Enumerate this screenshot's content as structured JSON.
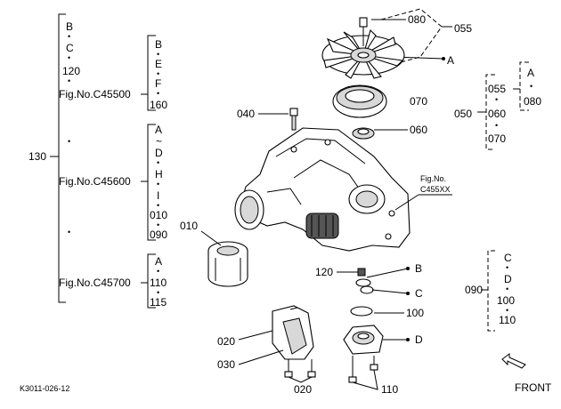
{
  "footer": {
    "ref_code": "K3011-026-12",
    "front_label": "FRONT"
  },
  "left_tree": {
    "root": "130",
    "group1": [
      "B",
      "C",
      "120",
      "Fig.No.C45500"
    ],
    "group1_sub": [
      "B",
      "E",
      "F",
      "160"
    ],
    "group2": "Fig.No.C45600",
    "group2_sub": [
      "A",
      "~",
      "D",
      "H",
      "I",
      "010",
      "090"
    ],
    "group3": "Fig.No.C45700",
    "group3_sub": [
      "A",
      "110",
      "115"
    ]
  },
  "right_tree": {
    "top": {
      "label1": "080",
      "label2": "055",
      "pointer": "A"
    },
    "mid": {
      "root": "050",
      "items": [
        "055",
        "060",
        "070"
      ],
      "sub": [
        "A",
        "080"
      ]
    },
    "low": {
      "root": "090",
      "items": [
        "C",
        "D",
        "100",
        "110"
      ]
    }
  },
  "callouts": {
    "c040": "040",
    "c070": "070",
    "c060": "060",
    "c010": "010",
    "fig_ref_line1": "Fig.No.",
    "fig_ref_line2": "C455XX",
    "c120": "120",
    "b_marker": "B",
    "c_marker": "C",
    "c100": "100",
    "d_marker": "D",
    "c020": "020",
    "c030": "030",
    "c020b": "020",
    "c110": "110"
  },
  "dot": "•"
}
